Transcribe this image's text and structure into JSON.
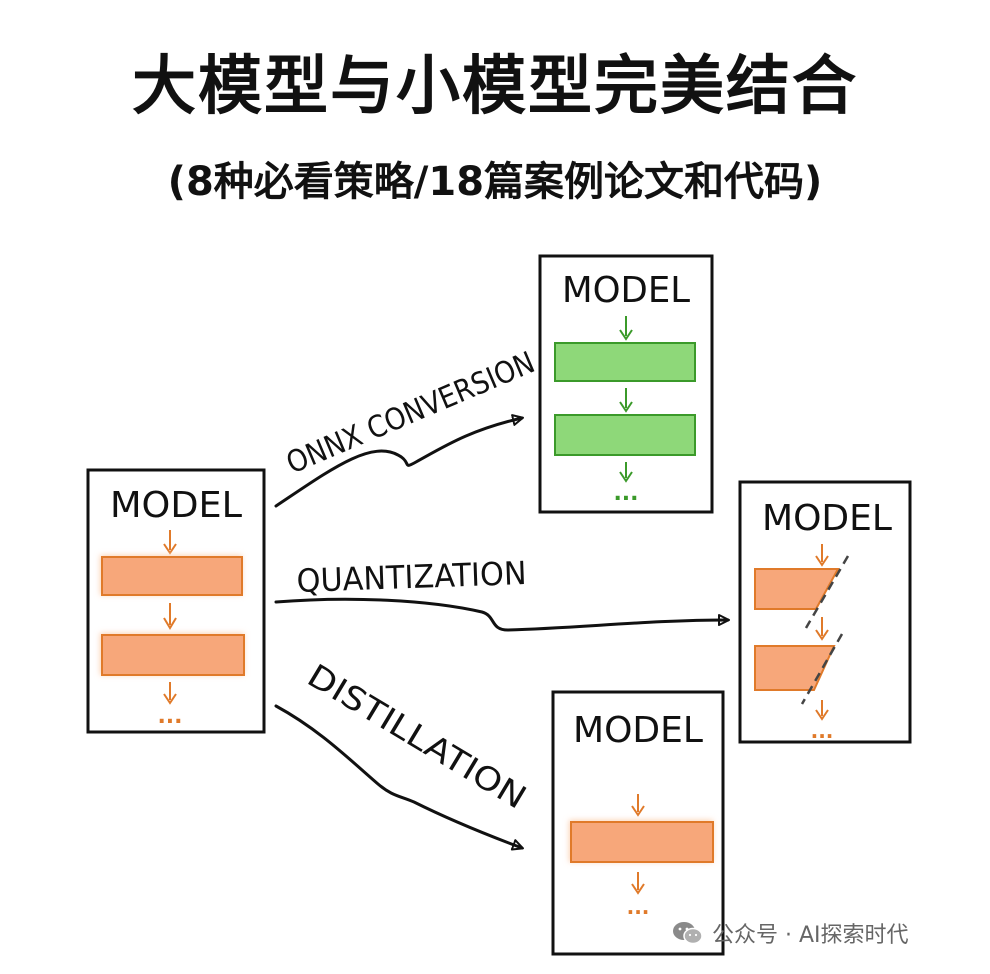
{
  "header": {
    "title": "大模型与小模型完美结合",
    "subtitle": "(8种必看策略/18篇案例论文和代码)"
  },
  "diagram": {
    "source_model": {
      "label": "MODEL",
      "more": "..."
    },
    "paths": [
      {
        "label": "ONNX CONVERSION",
        "target": {
          "label": "MODEL",
          "more": "..."
        }
      },
      {
        "label": "QUANTIZATION",
        "target": {
          "label": "MODEL",
          "more": "..."
        }
      },
      {
        "label": "DISTILLATION",
        "target": {
          "label": "MODEL",
          "more": "..."
        }
      }
    ]
  },
  "colors": {
    "orange_fill": "#F7A77A",
    "orange_stroke": "#E07A2A",
    "green_fill": "#8ED879",
    "green_stroke": "#3B9A2A",
    "ink": "#111111"
  },
  "watermark": {
    "icon": "wechat-icon",
    "text": "公众号 · AI探索时代"
  }
}
